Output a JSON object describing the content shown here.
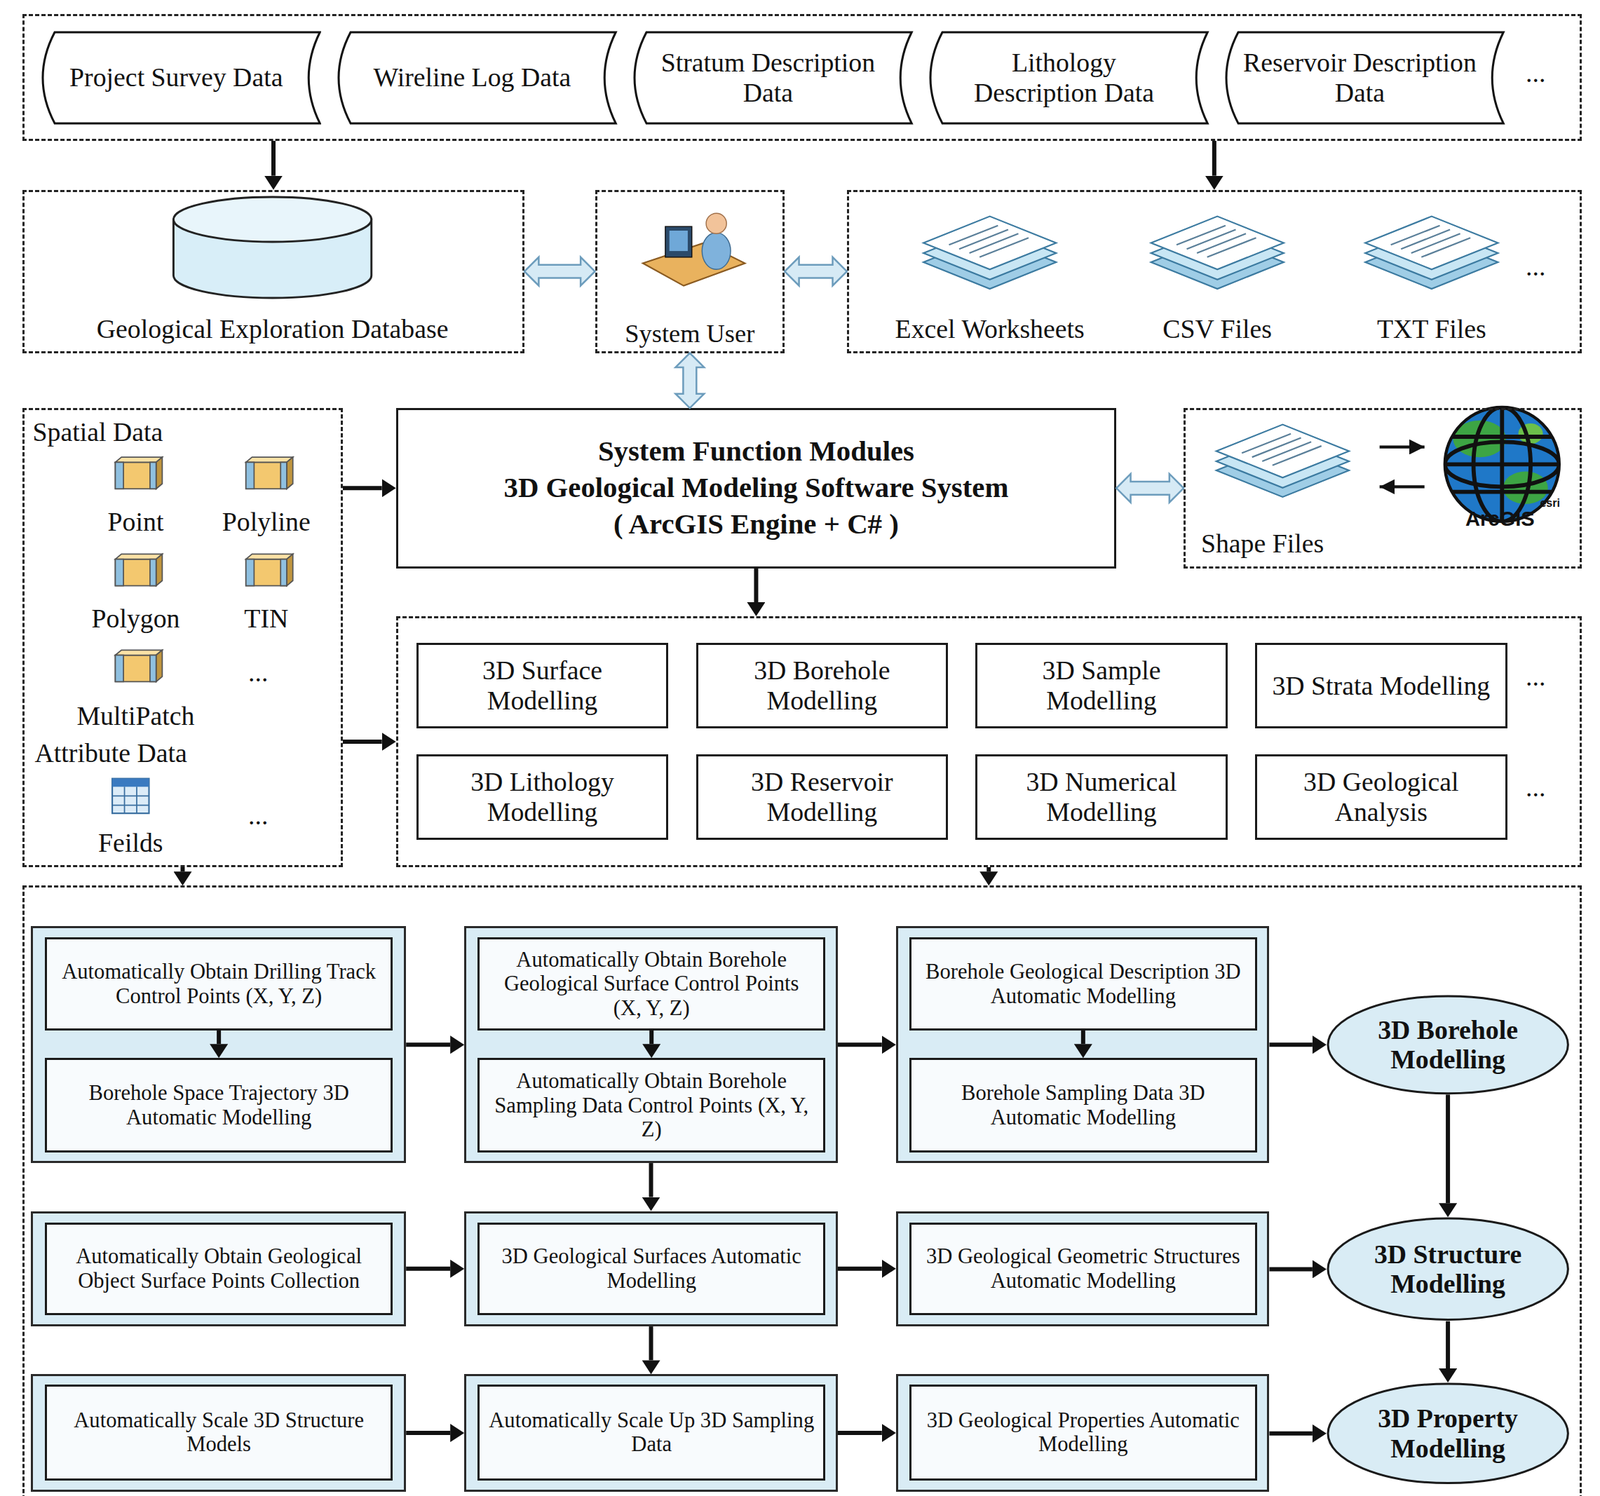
{
  "diagram": {
    "nodes": [
      {
        "text": [
          "..."
        ]
      },
      {
        "text": [
          "Project Survey Data"
        ],
        "in": 0
      },
      {
        "text": [
          "Wireline Log Data"
        ],
        "in": 0
      },
      {
        "text": [
          "Stratum Description Data"
        ],
        "in": 0
      },
      {
        "text": [
          "Lithology Description Data"
        ],
        "in": 0
      },
      {
        "text": [
          "Reservoir Description Data"
        ],
        "in": 0
      },
      {
        "text": [
          "Geological Exploration Database"
        ]
      },
      {
        "text": [
          "System User"
        ]
      },
      {
        "text": [
          "Excel Worksheets",
          "CSV Files",
          "TXT Files",
          "..."
        ]
      },
      {
        "text": [
          "Spatial Data",
          "Point",
          "Polyline",
          "Polygon",
          "TIN",
          "...",
          "MultiPatch",
          "Attribute Data",
          "Feilds",
          "..."
        ]
      },
      {
        "text": [
          "System Function Modules",
          "3D Geological Modeling Software System",
          "( ArcGIS Engine + C# )"
        ]
      },
      {
        "text": [
          "Shape Files"
        ]
      },
      {
        "text": [
          "...",
          "..."
        ]
      },
      {
        "text": [
          "3D Surface Modelling"
        ],
        "in": 12
      },
      {
        "text": [
          "3D Borehole Modelling"
        ],
        "in": 12
      },
      {
        "text": [
          "3D Sample Modelling"
        ],
        "in": 12
      },
      {
        "text": [
          "3D Strata Modelling"
        ],
        "in": 12
      },
      {
        "text": [
          "3D Lithology Modelling"
        ],
        "in": 12
      },
      {
        "text": [
          "3D Reservoir Modelling"
        ],
        "in": 12
      },
      {
        "text": [
          "3D Numerical Modelling"
        ],
        "in": 12
      },
      {
        "text": [
          "3D Geological Analysis"
        ],
        "in": 12
      },
      {
        "text": []
      },
      {
        "text": [],
        "in": 21
      },
      {
        "text": [
          "Automatically Obtain Drilling Track Control Points (X, Y, Z)"
        ],
        "in": 22
      },
      {
        "text": [
          "Borehole Space Trajectory 3D Automatic Modelling"
        ],
        "in": 22
      },
      {
        "text": [],
        "in": 21
      },
      {
        "text": [
          "Automatically Obtain Borehole Geological Surface Control Points (X, Y, Z)"
        ],
        "in": 25
      },
      {
        "text": [
          "Automatically Obtain Borehole Sampling Data Control Points (X, Y, Z)"
        ],
        "in": 25
      },
      {
        "text": [],
        "in": 21
      },
      {
        "text": [
          "Borehole Geological Description 3D Automatic Modelling"
        ],
        "in": 28
      },
      {
        "text": [
          "Borehole Sampling Data 3D Automatic Modelling"
        ],
        "in": 28
      },
      {
        "text": [
          "3D Borehole Modelling"
        ],
        "in": 21
      },
      {
        "text": [],
        "in": 21
      },
      {
        "text": [
          "Automatically Obtain Geological Object Surface Points Collection"
        ],
        "in": 32
      },
      {
        "text": [],
        "in": 21
      },
      {
        "text": [
          "3D Geological Surfaces Automatic Modelling"
        ],
        "in": 34
      },
      {
        "text": [],
        "in": 21
      },
      {
        "text": [
          "3D Geological Geometric Structures Automatic Modelling"
        ],
        "in": 36
      },
      {
        "text": [
          "3D Structure Modelling"
        ],
        "in": 21
      },
      {
        "text": [],
        "in": 21
      },
      {
        "text": [
          "Automatically Scale 3D Structure Models"
        ],
        "in": 39
      },
      {
        "text": [],
        "in": 21
      },
      {
        "text": [
          "Automatically Scale Up 3D Sampling Data"
        ],
        "in": 41
      },
      {
        "text": [],
        "in": 21
      },
      {
        "text": [
          "3D Geological Properties Automatic Modelling"
        ],
        "in": 43
      },
      {
        "text": [
          "3D Property Modelling"
        ],
        "in": 21
      }
    ],
    "edges": [
      {
        "from": 0,
        "to": 6,
        "arrow": "to"
      },
      {
        "from": 0,
        "to": 8,
        "arrow": "to"
      },
      {
        "from": 6,
        "to": 7,
        "arrow": "both"
      },
      {
        "from": 7,
        "to": 8,
        "arrow": "both"
      },
      {
        "from": 7,
        "to": 10,
        "arrow": "both"
      },
      {
        "from": 9,
        "to": 10,
        "arrow": "to"
      },
      {
        "from": 10,
        "to": 11,
        "arrow": "both"
      },
      {
        "from": 10,
        "to": 12,
        "arrow": "to"
      },
      {
        "from": 9,
        "to": 12,
        "arrow": "to"
      },
      {
        "from": 9,
        "to": 21,
        "arrow": "to"
      },
      {
        "from": 12,
        "to": 21,
        "arrow": "to"
      },
      {
        "from": 23,
        "to": 24,
        "arrow": "to"
      },
      {
        "from": 22,
        "to": 25,
        "arrow": "to"
      },
      {
        "from": 26,
        "to": 27,
        "arrow": "to"
      },
      {
        "from": 25,
        "to": 28,
        "arrow": "to"
      },
      {
        "from": 29,
        "to": 30,
        "arrow": "to"
      },
      {
        "from": 28,
        "to": 31,
        "arrow": "to"
      },
      {
        "from": 31,
        "to": 38,
        "arrow": "to"
      },
      {
        "from": 25,
        "to": 34,
        "arrow": "to"
      },
      {
        "from": 32,
        "to": 34,
        "arrow": "to"
      },
      {
        "from": 34,
        "to": 36,
        "arrow": "to"
      },
      {
        "from": 36,
        "to": 38,
        "arrow": "to"
      },
      {
        "from": 38,
        "to": 45,
        "arrow": "to"
      },
      {
        "from": 34,
        "to": 41,
        "arrow": "to"
      },
      {
        "from": 39,
        "to": 41,
        "arrow": "to"
      },
      {
        "from": 41,
        "to": 43,
        "arrow": "to"
      },
      {
        "from": 43,
        "to": 45,
        "arrow": "to"
      }
    ],
    "labels": [
      "ArcGIS",
      "esri"
    ]
  }
}
